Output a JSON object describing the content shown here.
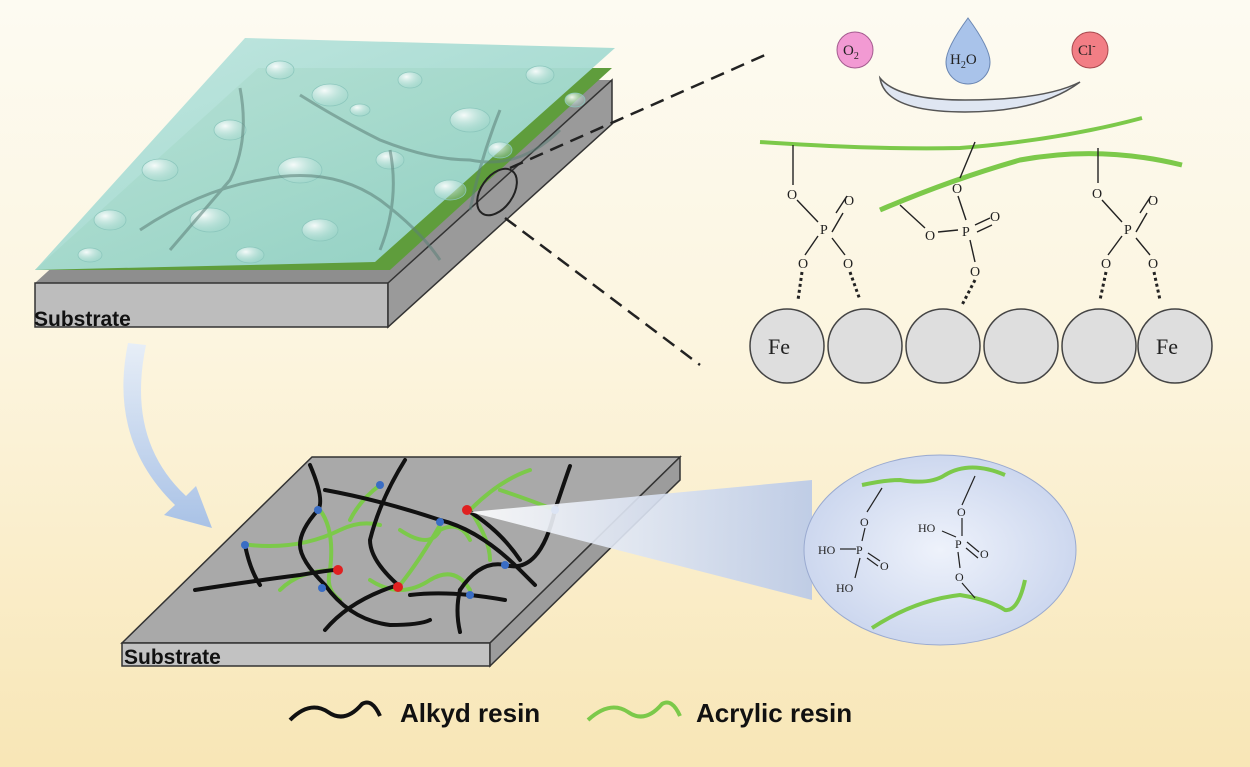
{
  "top_panel": {
    "substrate_label": "Substrate"
  },
  "bottom_panel": {
    "substrate_label": "Substrate"
  },
  "ions": [
    {
      "label": "O",
      "sub": "2",
      "sup": "",
      "color": "#f08bcf"
    },
    {
      "label": "H",
      "sub": "2",
      "tail": "O",
      "color": "#a9c3ea"
    },
    {
      "label": "Cl",
      "sub": "",
      "sup": "-",
      "color": "#f07a80"
    }
  ],
  "fe_atoms": [
    "Fe",
    "",
    "",
    "",
    "",
    "Fe"
  ],
  "chem": {
    "o": "O",
    "p": "P",
    "ho": "HO"
  },
  "legend": {
    "alkyd_label": "Alkyd resin",
    "acrylic_label": "Acrylic resin",
    "alkyd_color": "#111111",
    "acrylic_color": "#7cc94a"
  }
}
